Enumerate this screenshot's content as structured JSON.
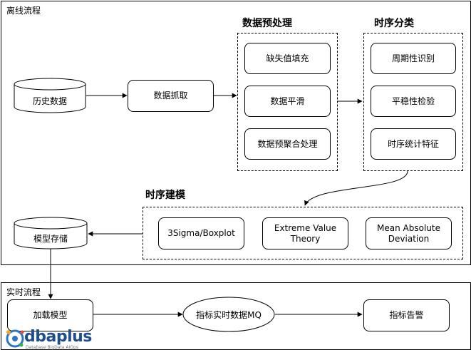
{
  "offline": {
    "title": "离线流程",
    "history": "历史数据",
    "fetch": "数据抓取",
    "preprocess": {
      "title": "数据预处理",
      "items": [
        "缺失值填充",
        "数据平滑",
        "数据预聚合处理"
      ]
    },
    "classify": {
      "title": "时序分类",
      "items": [
        "周期性识别",
        "平稳性检验",
        "时序统计特征"
      ]
    },
    "modeling": {
      "title": "时序建模",
      "items": [
        "3Sigma/Boxplot",
        "Extreme Value\nTheory",
        "Mean Absolute\nDeviation"
      ]
    },
    "storage": "模型存储"
  },
  "realtime": {
    "title": "实时流程",
    "load": "加载模型",
    "mq": "指标实时数据MQ",
    "alert": "指标告警"
  },
  "logo": {
    "word": "dbaplus",
    "sub": "Database  BigData  AIOps"
  }
}
